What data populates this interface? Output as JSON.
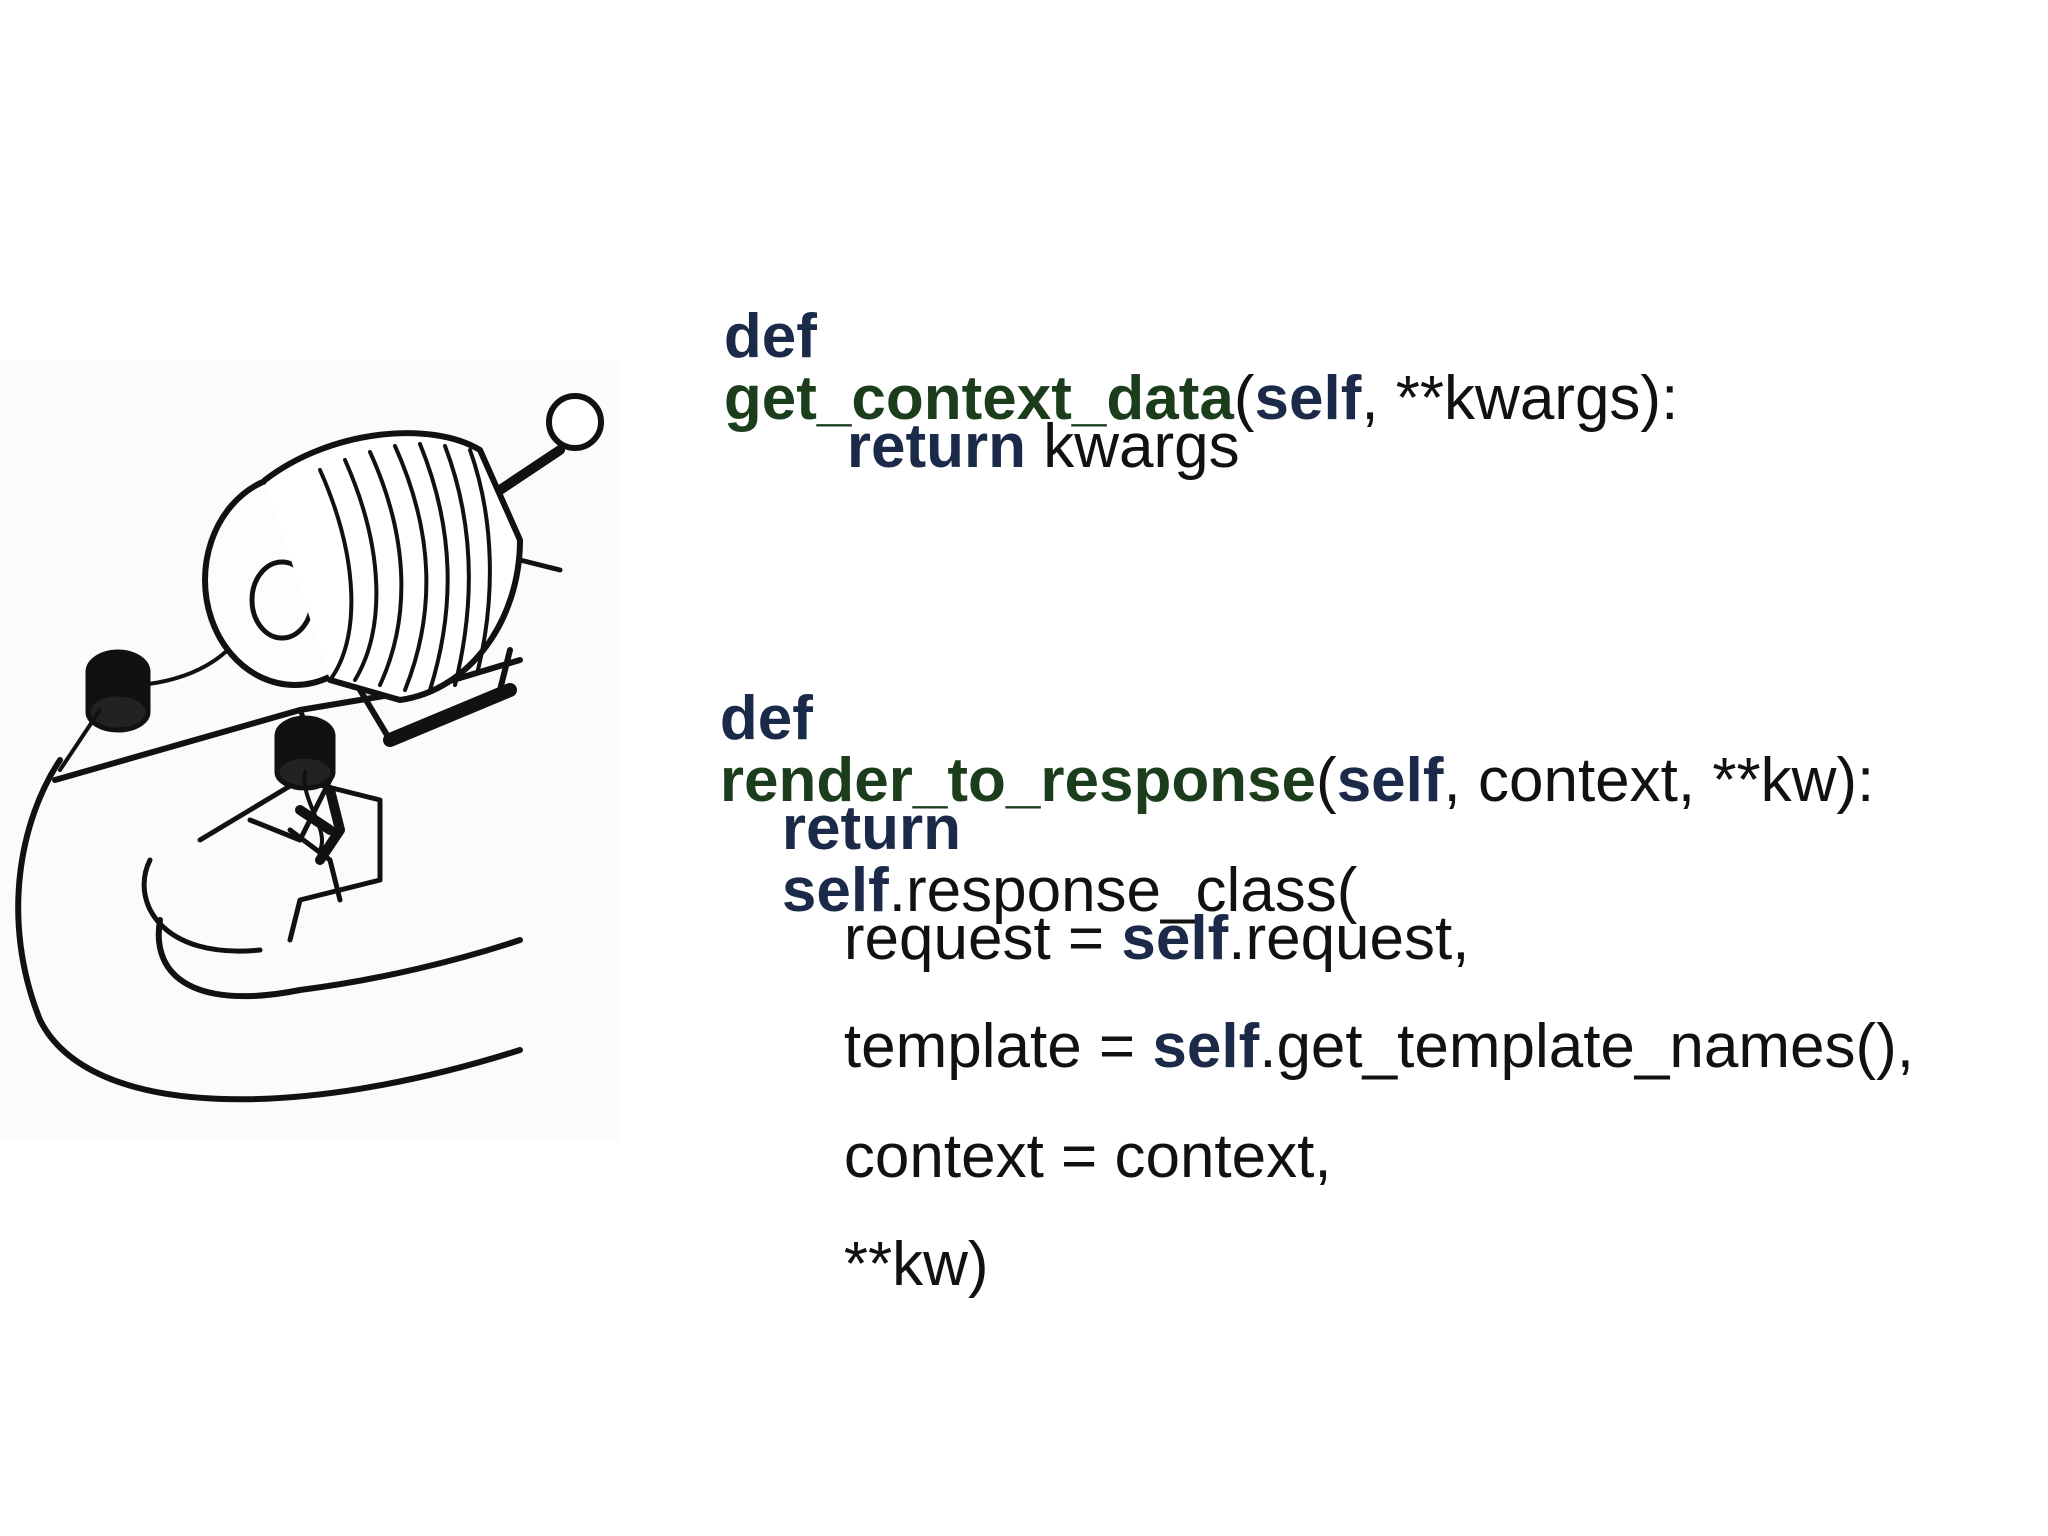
{
  "code": {
    "block1": {
      "line1": {
        "def": "def",
        "name": "get_context_data",
        "open": "(",
        "self": "self",
        "rest": ", **kwargs):"
      },
      "line2": {
        "return": "return",
        "rest": " kwargs"
      }
    },
    "block2": {
      "line1": {
        "def": "def",
        "name": "render_to_response",
        "open": "(",
        "self": "self",
        "rest": ", context, **kw):"
      },
      "line2": {
        "return": "return",
        "self": "self",
        "rest": ".response_class("
      },
      "line3": {
        "pre": "request = ",
        "self": "self",
        "rest": ".request,"
      },
      "line4": {
        "pre": "template = ",
        "self": "self",
        "rest": ".get_template_names(),"
      },
      "line5": {
        "text": "context = context,"
      },
      "line6": {
        "text": "**kw)"
      }
    }
  },
  "illustration": {
    "icon": "electric-motor-drawing"
  },
  "colors": {
    "keyword": "#1b2a49",
    "function_name": "#1c3d1c",
    "text": "#111111"
  }
}
